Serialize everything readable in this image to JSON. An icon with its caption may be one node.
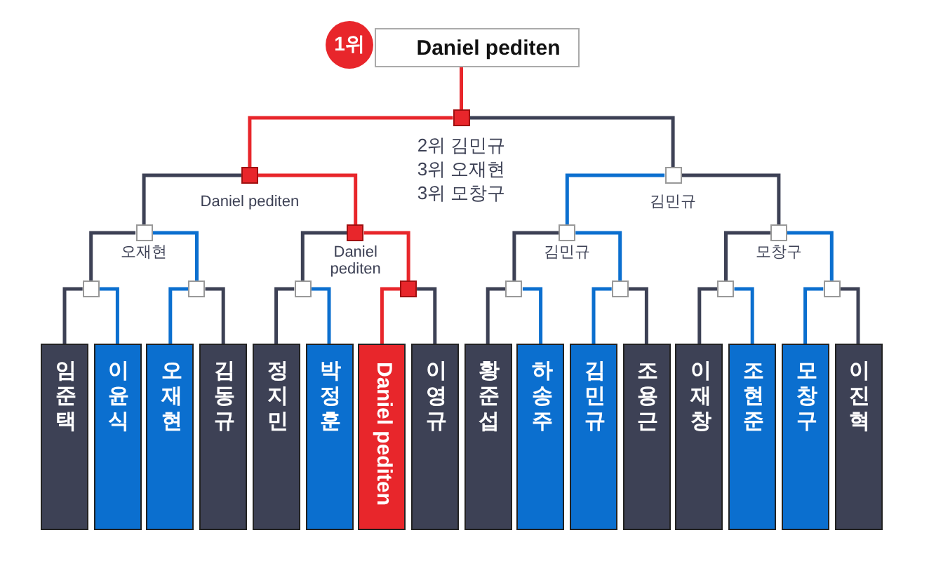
{
  "diagram": {
    "nodes": [
      {
        "text": [
          "Daniel pediten"
        ],
        "beside": [
          "1위"
        ]
      },
      {
        "text": [],
        "shape": "box",
        "beside": [
          "2위 김민규",
          "3위 오재현",
          "3위 모창구"
        ]
      },
      {
        "text": [],
        "shape": "box",
        "beside": [
          "Daniel pediten"
        ]
      },
      {
        "text": [],
        "shape": "box",
        "beside": [
          "김민규"
        ]
      },
      {
        "text": [],
        "shape": "box",
        "beside": [
          "오재현"
        ]
      },
      {
        "text": [],
        "shape": "box",
        "beside": [
          "Daniel pediten"
        ]
      },
      {
        "text": [],
        "shape": "box",
        "beside": [
          "김민규"
        ]
      },
      {
        "text": [],
        "shape": "box",
        "beside": [
          "모창구"
        ]
      },
      {
        "text": [],
        "shape": "box"
      },
      {
        "text": [],
        "shape": "box"
      },
      {
        "text": [],
        "shape": "box"
      },
      {
        "text": [],
        "shape": "box"
      },
      {
        "text": [],
        "shape": "box"
      },
      {
        "text": [],
        "shape": "box"
      },
      {
        "text": [],
        "shape": "box"
      },
      {
        "text": [],
        "shape": "box"
      },
      {
        "text": [
          "임준택"
        ]
      },
      {
        "text": [
          "이윤식"
        ]
      },
      {
        "text": [
          "오재현"
        ]
      },
      {
        "text": [
          "김동규"
        ]
      },
      {
        "text": [
          "정지민"
        ]
      },
      {
        "text": [
          "박정훈"
        ]
      },
      {
        "text": [
          "Daniel pediten"
        ]
      },
      {
        "text": [
          "이영규"
        ]
      },
      {
        "text": [
          "황준섭"
        ]
      },
      {
        "text": [
          "하송주"
        ]
      },
      {
        "text": [
          "김민규"
        ]
      },
      {
        "text": [
          "조용근"
        ]
      },
      {
        "text": [
          "이재창"
        ]
      },
      {
        "text": [
          "조현준"
        ]
      },
      {
        "text": [
          "모창구"
        ]
      },
      {
        "text": [
          "이진혁"
        ]
      }
    ],
    "edges": [
      {
        "from": 1,
        "to": 0,
        "arrow": "none",
        "color": "#e8262b"
      },
      {
        "from": 2,
        "to": 1,
        "arrow": "none",
        "color": "#e8262b"
      },
      {
        "from": 3,
        "to": 1,
        "arrow": "none"
      },
      {
        "from": 4,
        "to": 2,
        "arrow": "none"
      },
      {
        "from": 5,
        "to": 2,
        "arrow": "none",
        "color": "#e8262b"
      },
      {
        "from": 6,
        "to": 3,
        "arrow": "none",
        "color": "#0b6fcf"
      },
      {
        "from": 7,
        "to": 3,
        "arrow": "none"
      },
      {
        "from": 8,
        "to": 4,
        "arrow": "none"
      },
      {
        "from": 9,
        "to": 4,
        "arrow": "none",
        "color": "#0b6fcf"
      },
      {
        "from": 10,
        "to": 5,
        "arrow": "none"
      },
      {
        "from": 11,
        "to": 5,
        "arrow": "none",
        "color": "#e8262b"
      },
      {
        "from": 12,
        "to": 6,
        "arrow": "none"
      },
      {
        "from": 13,
        "to": 6,
        "arrow": "none",
        "color": "#0b6fcf"
      },
      {
        "from": 14,
        "to": 7,
        "arrow": "none"
      },
      {
        "from": 15,
        "to": 7,
        "arrow": "none",
        "color": "#0b6fcf"
      },
      {
        "from": 16,
        "to": 8,
        "arrow": "none"
      },
      {
        "from": 17,
        "to": 8,
        "arrow": "none",
        "color": "#0b6fcf"
      },
      {
        "from": 18,
        "to": 9,
        "arrow": "none",
        "color": "#0b6fcf"
      },
      {
        "from": 19,
        "to": 9,
        "arrow": "none"
      },
      {
        "from": 20,
        "to": 10,
        "arrow": "none"
      },
      {
        "from": 21,
        "to": 10,
        "arrow": "none",
        "color": "#0b6fcf"
      },
      {
        "from": 22,
        "to": 11,
        "arrow": "none",
        "color": "#e8262b"
      },
      {
        "from": 23,
        "to": 11,
        "arrow": "none"
      },
      {
        "from": 24,
        "to": 12,
        "arrow": "none"
      },
      {
        "from": 25,
        "to": 12,
        "arrow": "none",
        "color": "#0b6fcf"
      },
      {
        "from": 26,
        "to": 13,
        "arrow": "none",
        "color": "#0b6fcf"
      },
      {
        "from": 27,
        "to": 13,
        "arrow": "none"
      },
      {
        "from": 28,
        "to": 14,
        "arrow": "none"
      },
      {
        "from": 29,
        "to": 14,
        "arrow": "none",
        "color": "#0b6fcf"
      },
      {
        "from": 30,
        "to": 15,
        "arrow": "none",
        "color": "#0b6fcf"
      },
      {
        "from": 31,
        "to": 15,
        "arrow": "none"
      }
    ]
  }
}
